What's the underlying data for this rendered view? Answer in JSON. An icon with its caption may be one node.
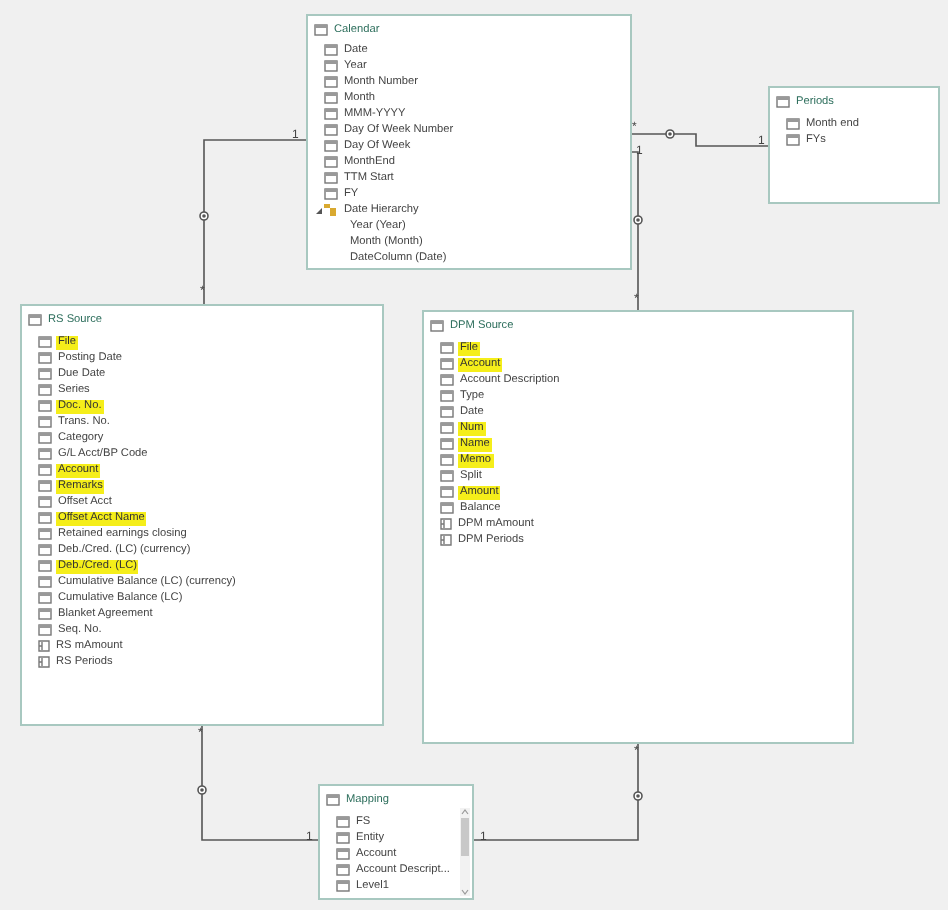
{
  "diagram": {
    "nodes": [
      {
        "text": [
          "Calendar",
          "Date",
          "Year",
          "Month Number",
          "Month",
          "MMM-YYYY",
          "Day Of Week Number",
          "Day Of Week",
          "MonthEnd",
          "TTM Start",
          "FY",
          "Date Hierarchy",
          "Year (Year)",
          "Month (Month)",
          "DateColumn (Date)"
        ]
      },
      {
        "text": [
          "Periods",
          "Month end",
          "FYs"
        ]
      },
      {
        "text": [
          "RS Source",
          "File",
          "Posting Date",
          "Due Date",
          "Series",
          "Doc. No.",
          "Trans. No.",
          "Category",
          "G/L Acct/BP Code",
          "Account",
          "Remarks",
          "Offset Acct",
          "Offset Acct Name",
          "Retained earnings closing",
          "Deb./Cred. (LC) (currency)",
          "Deb./Cred. (LC)",
          "Cumulative Balance (LC) (currency)",
          "Cumulative Balance (LC)",
          "Blanket Agreement",
          "Seq. No.",
          "RS mAmount",
          "RS Periods"
        ]
      },
      {
        "text": [
          "DPM Source",
          "File",
          "Account",
          "Account Description",
          "Type",
          "Date",
          "Num",
          "Name",
          "Memo",
          "Split",
          "Amount",
          "Balance",
          "DPM mAmount",
          "DPM Periods"
        ]
      },
      {
        "text": [
          "Mapping",
          "FS",
          "Entity",
          "Account",
          "Account Descript...",
          "Level1"
        ]
      }
    ],
    "edges": [
      {
        "from": 0,
        "to": 2,
        "arrow": "none"
      },
      {
        "from": 0,
        "to": 3,
        "arrow": "none"
      },
      {
        "from": 1,
        "to": 0,
        "arrow": "none"
      },
      {
        "from": 4,
        "to": 2,
        "arrow": "none"
      },
      {
        "from": 4,
        "to": 3,
        "arrow": "none"
      }
    ],
    "labels": [
      "*",
      "1",
      "1",
      "1",
      "*",
      "*",
      "*",
      "*",
      "1",
      "1"
    ]
  }
}
